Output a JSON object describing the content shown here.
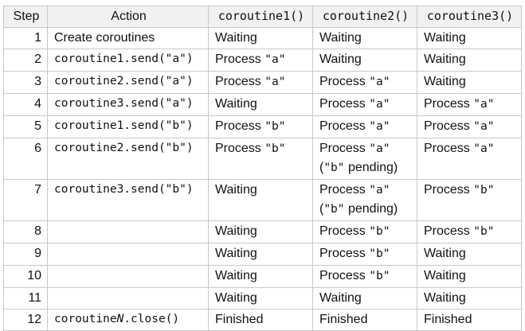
{
  "table": {
    "headers": {
      "step": "Step",
      "action": "Action",
      "co1": "coroutine1()",
      "co2": "coroutine2()",
      "co3": "coroutine3()"
    },
    "rows": [
      {
        "step": "1",
        "action": {
          "plain": "Create coroutines"
        },
        "co1": {
          "text": "Waiting"
        },
        "co2": {
          "text": "Waiting"
        },
        "co3": {
          "text": "Waiting"
        }
      },
      {
        "step": "2",
        "action": {
          "code": "coroutine1.send(\"a\")"
        },
        "co1": {
          "text": "Process ",
          "arg": "\"a\""
        },
        "co2": {
          "text": "Waiting"
        },
        "co3": {
          "text": "Waiting"
        }
      },
      {
        "step": "3",
        "action": {
          "code": "coroutine2.send(\"a\")"
        },
        "co1": {
          "text": "Process ",
          "arg": "\"a\""
        },
        "co2": {
          "text": "Process ",
          "arg": "\"a\""
        },
        "co3": {
          "text": "Waiting"
        }
      },
      {
        "step": "4",
        "action": {
          "code": "coroutine3.send(\"a\")"
        },
        "co1": {
          "text": "Waiting"
        },
        "co2": {
          "text": "Process ",
          "arg": "\"a\""
        },
        "co3": {
          "text": "Process ",
          "arg": "\"a\""
        }
      },
      {
        "step": "5",
        "action": {
          "code": "coroutine1.send(\"b\")"
        },
        "co1": {
          "text": "Process ",
          "arg": "\"b\""
        },
        "co2": {
          "text": "Process ",
          "arg": "\"a\""
        },
        "co3": {
          "text": "Process ",
          "arg": "\"a\""
        }
      },
      {
        "step": "6",
        "action": {
          "code": "coroutine2.send(\"b\")"
        },
        "co1": {
          "text": "Process ",
          "arg": "\"b\""
        },
        "co2": {
          "text": "Process ",
          "arg": "\"a\"",
          "note_open": "(",
          "note_arg": "\"b\"",
          "note_rest": " pending)"
        },
        "co3": {
          "text": "Process ",
          "arg": "\"a\""
        }
      },
      {
        "step": "7",
        "action": {
          "code": "coroutine3.send(\"b\")"
        },
        "co1": {
          "text": "Waiting"
        },
        "co2": {
          "text": "Process ",
          "arg": "\"a\"",
          "note_open": "(",
          "note_arg": "\"b\"",
          "note_rest": " pending)"
        },
        "co3": {
          "text": "Process ",
          "arg": "\"b\""
        }
      },
      {
        "step": "8",
        "action": {},
        "co1": {
          "text": "Waiting"
        },
        "co2": {
          "text": "Process ",
          "arg": "\"b\""
        },
        "co3": {
          "text": "Process ",
          "arg": "\"b\""
        }
      },
      {
        "step": "9",
        "action": {},
        "co1": {
          "text": "Waiting"
        },
        "co2": {
          "text": "Process ",
          "arg": "\"b\""
        },
        "co3": {
          "text": "Waiting"
        }
      },
      {
        "step": "10",
        "action": {},
        "co1": {
          "text": "Waiting"
        },
        "co2": {
          "text": "Process ",
          "arg": "\"b\""
        },
        "co3": {
          "text": "Waiting"
        }
      },
      {
        "step": "11",
        "action": {},
        "co1": {
          "text": "Waiting"
        },
        "co2": {
          "text": "Waiting"
        },
        "co3": {
          "text": "Waiting"
        }
      },
      {
        "step": "12",
        "action": {
          "code_pre": "coroutine",
          "code_ital": "N",
          "code_post": ".close()"
        },
        "co1": {
          "text": "Finished"
        },
        "co2": {
          "text": "Finished"
        },
        "co3": {
          "text": "Finished"
        }
      }
    ]
  }
}
